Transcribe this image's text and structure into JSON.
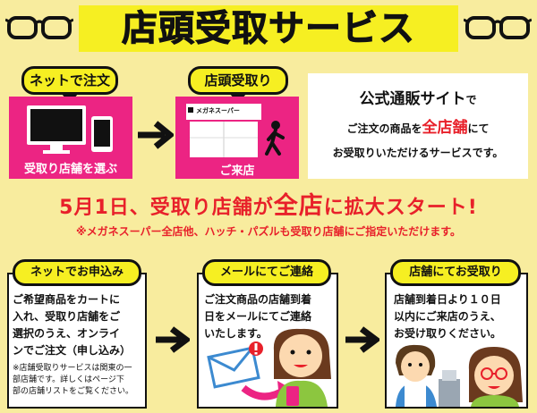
{
  "title": "店頭受取サービス",
  "top_steps": [
    {
      "badge": "ネットで注文",
      "caption": "受取り店舗を選ぶ"
    },
    {
      "badge": "店頭受取り",
      "caption": "ご来店",
      "sign": "メガネスーパー"
    }
  ],
  "info": {
    "line1_strong": "公式通販サイト",
    "line1_tail": "で",
    "line2_head": "ご注文の商品を",
    "line2_red": "全店舗",
    "line2_tail": "にて",
    "line3": "お受取りいただけるサービスです。"
  },
  "announcement": {
    "part1": "5月1日、受取り店舗が",
    "part2": "全店",
    "part3": "に拡大スタート!",
    "sub": "※メガネスーパー全店他、ハッチ・パズルも受取り店舗にご指定いただけます。"
  },
  "steps": [
    {
      "title": "ネットでお申込み",
      "lines": [
        "ご希望商品をカートに",
        "入れ、受取り店舗をご",
        "選択のうえ、オンライ",
        "ンでご注文（申し込み）"
      ],
      "notes": [
        "※店舗受取りサービスは関東の一",
        "部店舗です。詳しくはページ下",
        "部の店舗リストをご覧ください。"
      ]
    },
    {
      "title": "メールにてご連絡",
      "lines": [
        "ご注文商品の店舗到着",
        "日をメールにてご連絡",
        "いたします。"
      ]
    },
    {
      "title": "店舗にてお受取り",
      "lines": [
        "店舗到着日より１０日",
        "以内にご来店のうえ、",
        "お受け取りください。"
      ]
    }
  ],
  "colors": {
    "background": "#f8ec9e",
    "yellow": "#f6ef22",
    "pink": "#ec2483",
    "red": "#e8202a"
  },
  "icons": [
    "glasses-icon",
    "monitor-icon",
    "tablet-icon",
    "arrow-right-icon",
    "store-icon",
    "person-walking-icon",
    "envelope-icon",
    "smartphone-icon",
    "woman-icon",
    "shop-staff-icon"
  ]
}
